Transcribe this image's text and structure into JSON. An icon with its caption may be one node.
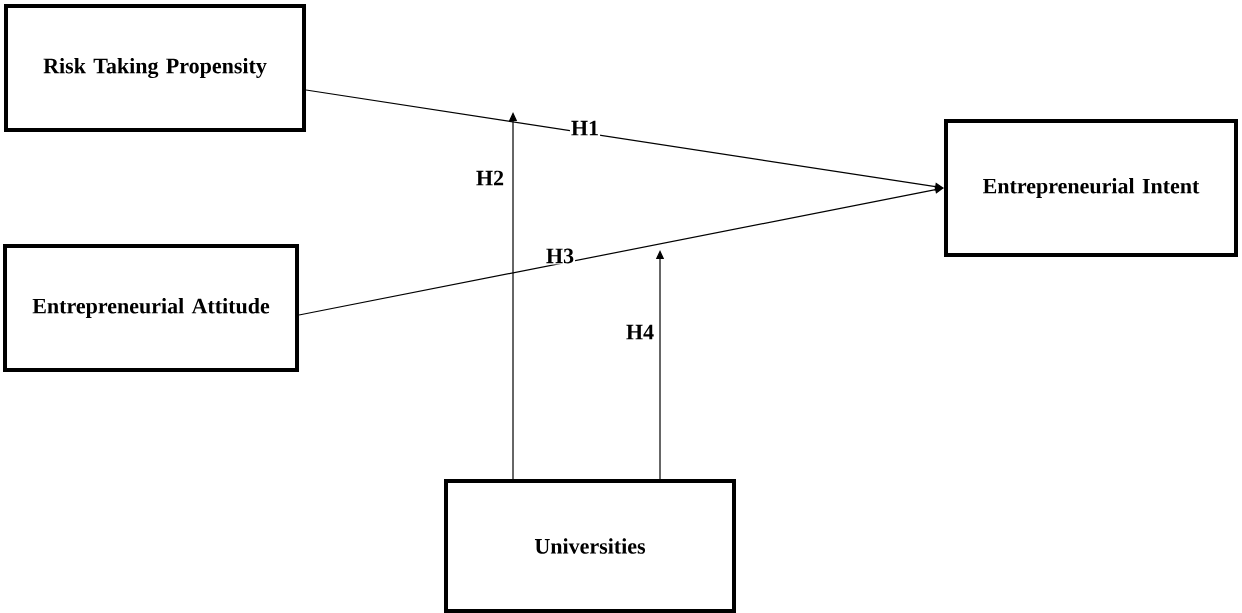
{
  "diagram": {
    "nodes": [
      {
        "text": [
          "Risk Taking Propensity"
        ]
      },
      {
        "text": [
          "Entrepreneurial Intent"
        ]
      },
      {
        "text": [
          "Entrepreneurial Attitude"
        ]
      },
      {
        "text": [
          "Universities"
        ]
      }
    ],
    "edges": [
      {
        "from": 0,
        "to": 1,
        "arrow": "to",
        "label": "H1"
      },
      {
        "from": 3,
        "to": null,
        "arrow": "to",
        "label": "H2"
      },
      {
        "from": 2,
        "to": 1,
        "arrow": "to",
        "label": "H3"
      },
      {
        "from": 3,
        "to": null,
        "arrow": "to",
        "label": "H4"
      }
    ]
  }
}
